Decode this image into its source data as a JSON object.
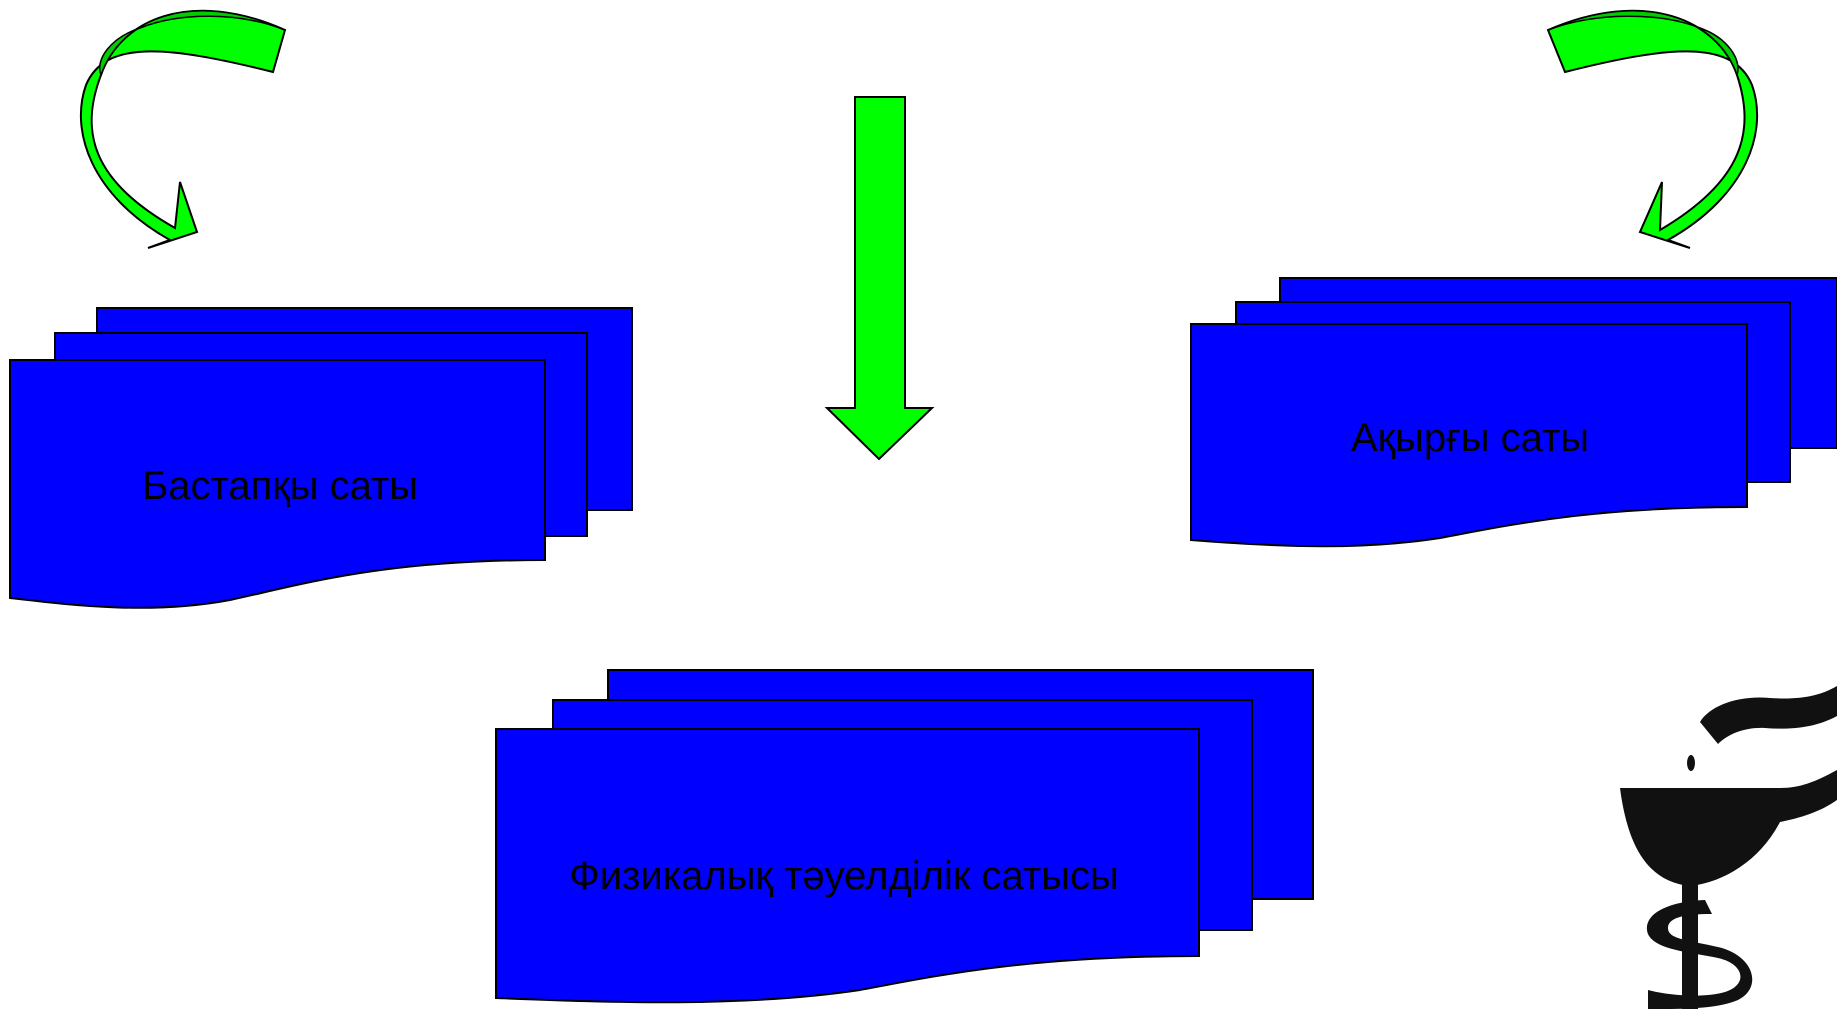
{
  "stages": {
    "initial": "Бастапқы саты",
    "final": "Ақырғы саты",
    "physical_dependence": "Физикалық тәуелділік сатысы"
  },
  "colors": {
    "document_fill": "#0000ff",
    "arrow_fill": "#00ff00",
    "arrow_shade": "#00cc00",
    "outline": "#000000",
    "label": "#000000"
  },
  "icons": {
    "pharmacy_symbol": "bowl-of-hygieia-icon"
  }
}
